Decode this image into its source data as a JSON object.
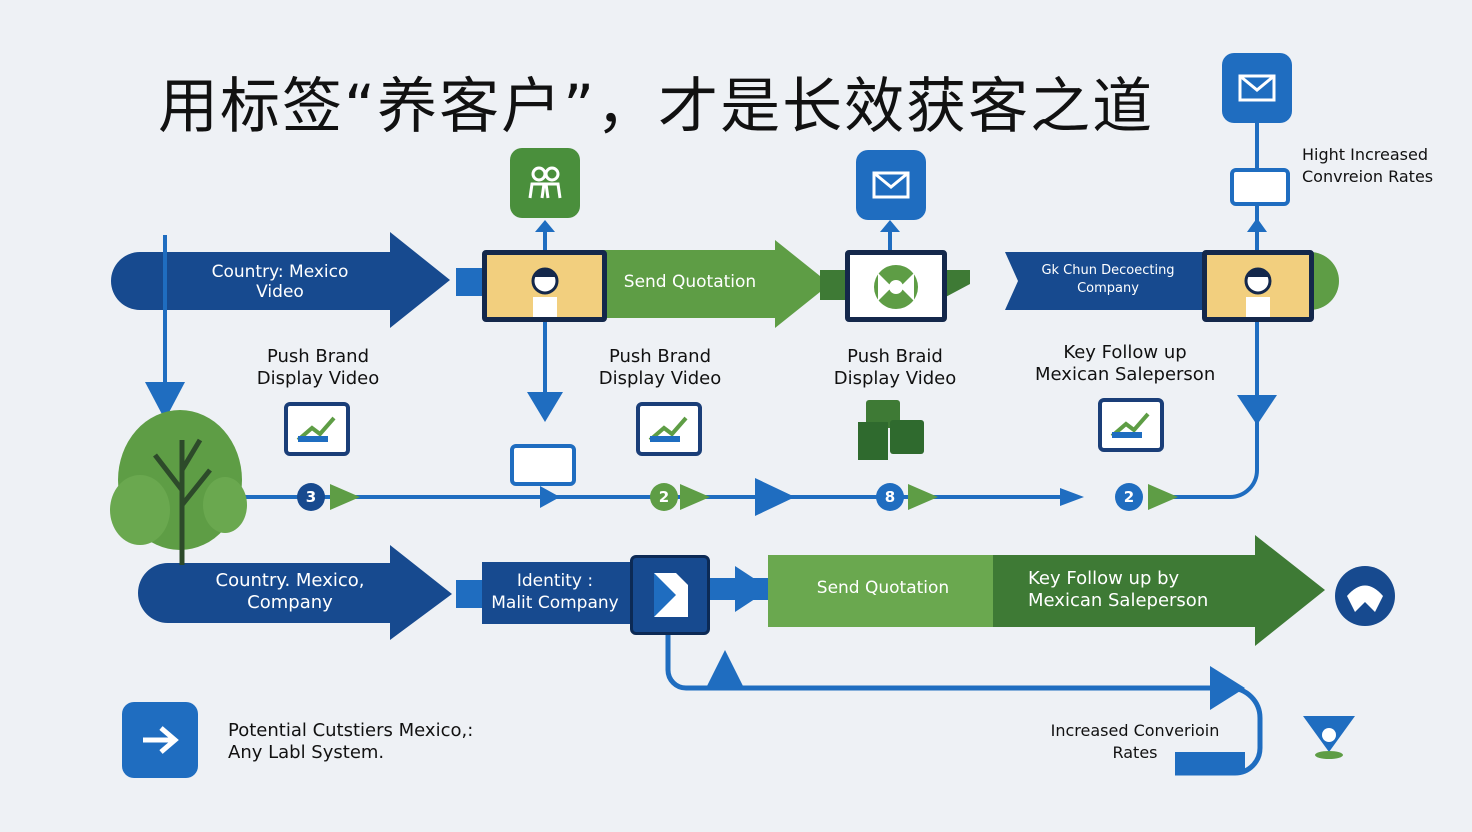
{
  "title": "用标签“养客户”，才是长效获客之道",
  "colors": {
    "dark_blue": "#174a8f",
    "blue": "#1f6dc0",
    "green": "#5e9d45",
    "dark_green": "#3e7a35"
  },
  "top_row": {
    "arrow1": "Country: Mexico\nVideo",
    "arrow2": "Send Quotation",
    "arrow3": "Gk Chun Decoecting\nCompany"
  },
  "middle_labels": {
    "l1": "Push Brand\nDisplay Video",
    "l2": "Push Brand\nDisplay Video",
    "l3": "Push Braid\nDisplay Video",
    "l4": "Key Follow up\nMexican Saleperson"
  },
  "right_top_label": "Hight Increased\nConvreion Rates",
  "timeline_numbers": [
    "3",
    "2",
    "8",
    "2"
  ],
  "bottom_row": {
    "arrow1": "Country. Mexico,\nCompany",
    "arrow2": "Identity :\nMalit Company",
    "arrow3": "Send Quotation",
    "arrow4": "Key Follow up by\nMexican Saleperson"
  },
  "legend": "Potential Cutstiers Mexico,:\nAny Labl System.",
  "bottom_right_label": "Increased Converioin\nRates",
  "icons": [
    "people-icon",
    "mail-icon",
    "person-icon",
    "chart-doc-icon",
    "card-icon",
    "arrow-right-icon",
    "tree-icon",
    "shield-icon"
  ]
}
